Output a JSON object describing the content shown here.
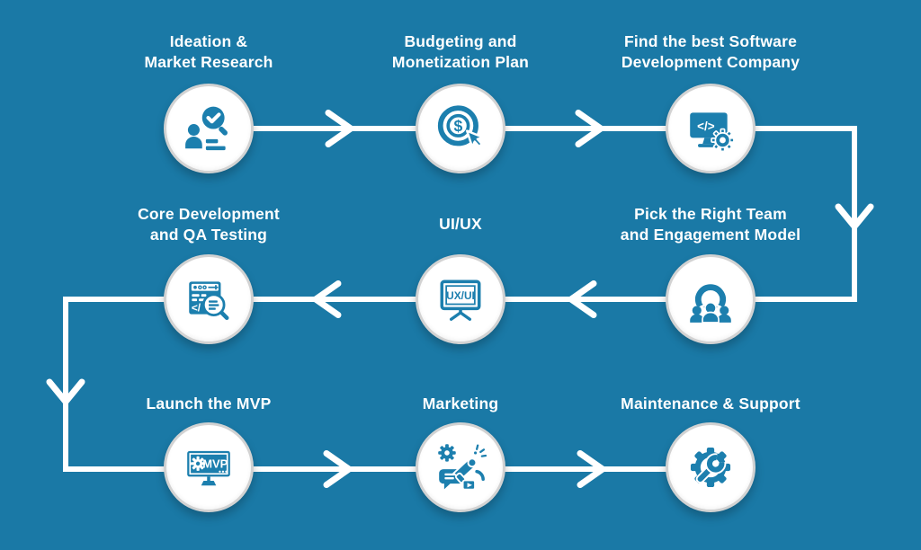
{
  "palette": {
    "background": "#1a79a6",
    "icon": "#1c7fae",
    "line": "#ffffff",
    "text": "#ffffff",
    "circle-fill": "#ffffff",
    "circle-ring": "#d2d2d2"
  },
  "steps": [
    {
      "id": "ideation-market-research",
      "label": "Ideation &\nMarket Research",
      "icon": "user-check-analysis-icon"
    },
    {
      "id": "budgeting-monetization-plan",
      "label": "Budgeting and\nMonetization Plan",
      "icon": "dollar-target-cursor-icon"
    },
    {
      "id": "find-software-development-company",
      "label": "Find the best Software\nDevelopment Company",
      "icon": "monitor-code-gear-icon"
    },
    {
      "id": "pick-team-engagement-model",
      "label": "Pick the Right Team\nand Engagement Model",
      "icon": "team-leader-icon"
    },
    {
      "id": "ui-ux",
      "label": "UI/UX",
      "icon": "uxui-monitor-icon"
    },
    {
      "id": "core-development-qa-testing",
      "label": "Core Development\nand QA Testing",
      "icon": "code-review-magnifier-icon"
    },
    {
      "id": "launch-the-mvp",
      "label": "Launch the MVP",
      "icon": "mvp-monitor-gear-icon"
    },
    {
      "id": "marketing",
      "label": "Marketing",
      "icon": "megaphone-promotion-icon"
    },
    {
      "id": "maintenance-support",
      "label": "Maintenance & Support",
      "icon": "gear-wrench-icon"
    }
  ],
  "icon_texts": {
    "dollar": "$",
    "code": "</>",
    "code_small": "</",
    "uxui": "UX/UI",
    "mvp": "MVP"
  }
}
